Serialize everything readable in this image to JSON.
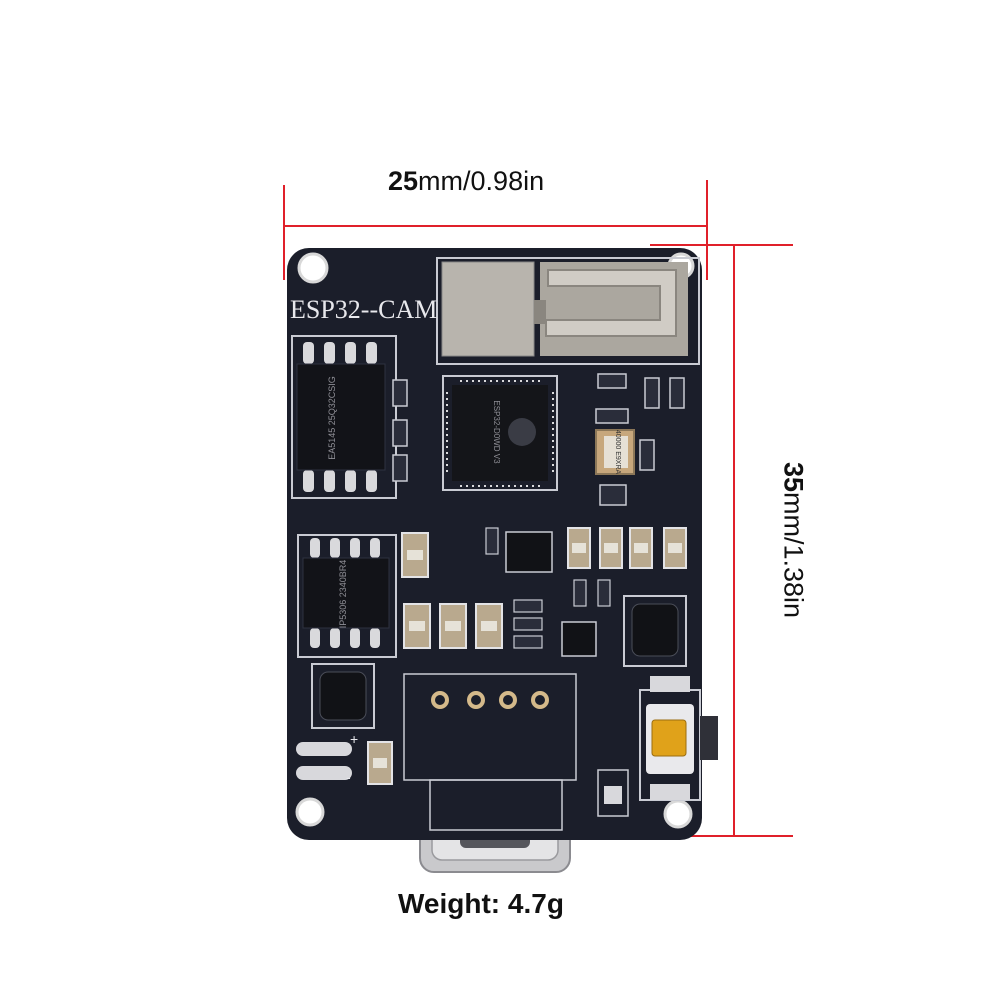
{
  "dimensions": {
    "width": {
      "bold": "25",
      "rest": "mm/0.98in"
    },
    "height": {
      "bold": "35",
      "rest": "mm/1.38in"
    }
  },
  "weight_label": "Weight: 4.7g",
  "board": {
    "silkscreen_title": "ESP32--CAM",
    "mcu_marking": "ESP32-D0WD V3",
    "flash_marking": "EA5145 25Q32CSIG",
    "power_ic_marking": "IP5306 2340BR4",
    "crystal_marking": "40000 E9XRA"
  },
  "colors": {
    "pcb": "#1b1e2a",
    "dimension_line": "#e0202a",
    "shield": "#b7b3ad",
    "pad": "#d4b98a",
    "switch": "#e0a21a"
  }
}
